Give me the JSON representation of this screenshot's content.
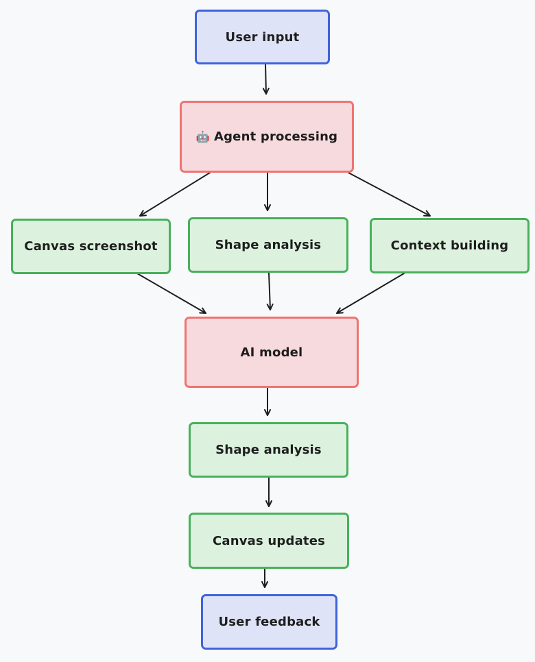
{
  "colors": {
    "background": "#f8f9fa",
    "io_fill": "#dfe3f7",
    "io_stroke": "#3f63dc",
    "process_fill": "#f7dadd",
    "process_stroke": "#ef7371",
    "step_fill": "#dcf2de",
    "step_stroke": "#48b05b",
    "edge": "#1e1e1e"
  },
  "nodes": {
    "user_input": {
      "label": "User input",
      "kind": "io"
    },
    "agent_processing": {
      "label": "Agent processing",
      "icon": "🤖",
      "icon_name": "robot-icon",
      "kind": "process"
    },
    "canvas_screenshot": {
      "label": "Canvas screenshot",
      "kind": "step"
    },
    "shape_analysis_1": {
      "label": "Shape analysis",
      "kind": "step"
    },
    "context_building": {
      "label": "Context building",
      "kind": "step"
    },
    "ai_model": {
      "label": "AI model",
      "kind": "process"
    },
    "shape_analysis_2": {
      "label": "Shape analysis",
      "kind": "step"
    },
    "canvas_updates": {
      "label": "Canvas updates",
      "kind": "step"
    },
    "user_feedback": {
      "label": "User feedback",
      "kind": "io"
    }
  },
  "edges": [
    {
      "from": "user_input",
      "to": "agent_processing"
    },
    {
      "from": "agent_processing",
      "to": "canvas_screenshot"
    },
    {
      "from": "agent_processing",
      "to": "shape_analysis_1"
    },
    {
      "from": "agent_processing",
      "to": "context_building"
    },
    {
      "from": "canvas_screenshot",
      "to": "ai_model"
    },
    {
      "from": "shape_analysis_1",
      "to": "ai_model"
    },
    {
      "from": "context_building",
      "to": "ai_model"
    },
    {
      "from": "ai_model",
      "to": "shape_analysis_2"
    },
    {
      "from": "shape_analysis_2",
      "to": "canvas_updates"
    },
    {
      "from": "canvas_updates",
      "to": "user_feedback"
    }
  ]
}
